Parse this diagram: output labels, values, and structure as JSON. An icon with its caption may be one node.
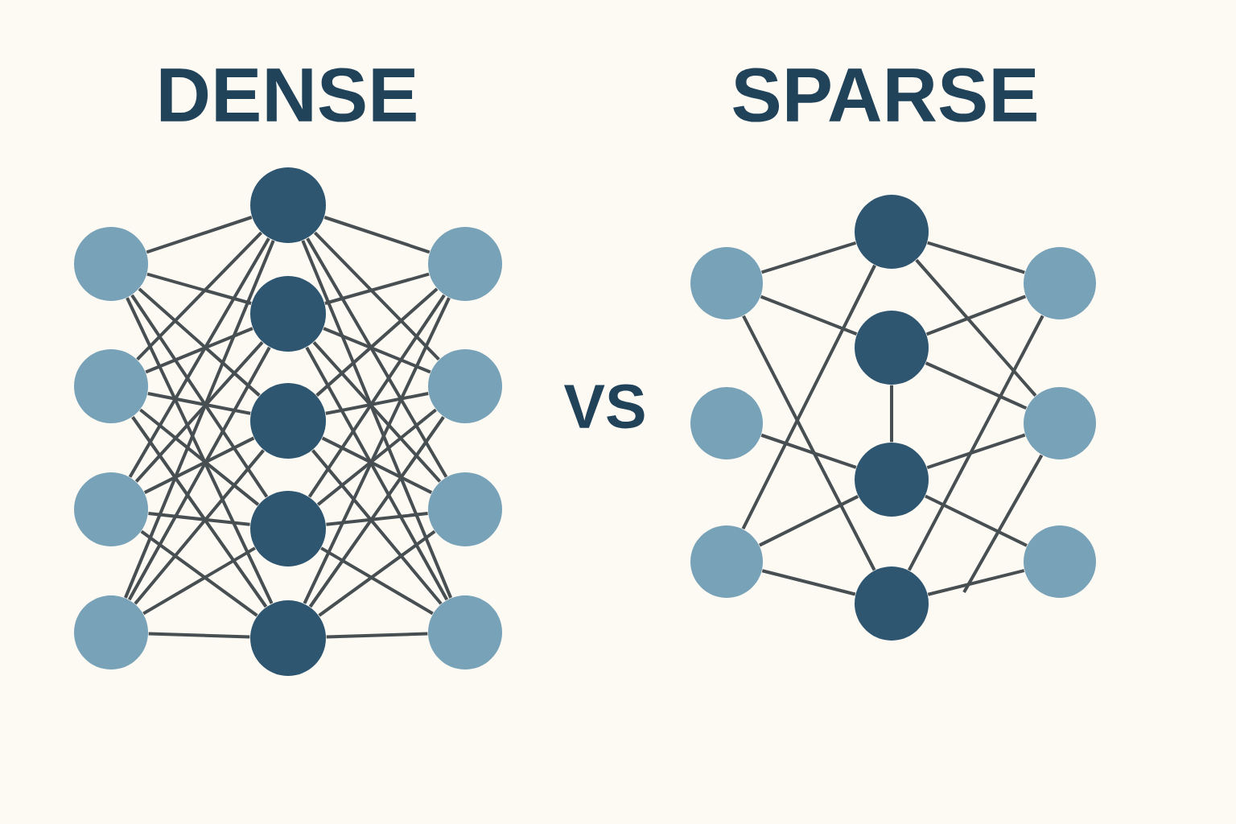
{
  "diagram": {
    "nodes": [
      {
        "text": [],
        "shape": "circle"
      },
      {
        "text": [],
        "shape": "circle"
      },
      {
        "text": [],
        "shape": "circle"
      },
      {
        "text": [],
        "shape": "circle"
      },
      {
        "text": [],
        "shape": "circle"
      },
      {
        "text": [],
        "shape": "circle"
      },
      {
        "text": [],
        "shape": "circle"
      },
      {
        "text": [],
        "shape": "circle"
      },
      {
        "text": [],
        "shape": "circle"
      },
      {
        "text": [],
        "shape": "circle"
      },
      {
        "text": [],
        "shape": "circle"
      },
      {
        "text": [],
        "shape": "circle"
      },
      {
        "text": [],
        "shape": "circle"
      },
      {
        "text": [],
        "shape": "circle"
      },
      {
        "text": [],
        "shape": "circle"
      },
      {
        "text": [],
        "shape": "circle"
      },
      {
        "text": [],
        "shape": "circle"
      },
      {
        "text": [],
        "shape": "circle"
      },
      {
        "text": [],
        "shape": "circle"
      },
      {
        "text": [],
        "shape": "circle"
      },
      {
        "text": [],
        "shape": "circle"
      },
      {
        "text": [],
        "shape": "circle"
      },
      {
        "text": [],
        "shape": "circle"
      }
    ],
    "edges": [
      {
        "from": 0,
        "to": 4,
        "arrow": "none"
      },
      {
        "from": 0,
        "to": 5,
        "arrow": "none"
      },
      {
        "from": 0,
        "to": 6,
        "arrow": "none"
      },
      {
        "from": 0,
        "to": 7,
        "arrow": "none"
      },
      {
        "from": 0,
        "to": 8,
        "arrow": "none"
      },
      {
        "from": 1,
        "to": 4,
        "arrow": "none"
      },
      {
        "from": 1,
        "to": 5,
        "arrow": "none"
      },
      {
        "from": 1,
        "to": 6,
        "arrow": "none"
      },
      {
        "from": 1,
        "to": 7,
        "arrow": "none"
      },
      {
        "from": 1,
        "to": 8,
        "arrow": "none"
      },
      {
        "from": 2,
        "to": 4,
        "arrow": "none"
      },
      {
        "from": 2,
        "to": 5,
        "arrow": "none"
      },
      {
        "from": 2,
        "to": 6,
        "arrow": "none"
      },
      {
        "from": 2,
        "to": 7,
        "arrow": "none"
      },
      {
        "from": 2,
        "to": 8,
        "arrow": "none"
      },
      {
        "from": 3,
        "to": 4,
        "arrow": "none"
      },
      {
        "from": 3,
        "to": 5,
        "arrow": "none"
      },
      {
        "from": 3,
        "to": 6,
        "arrow": "none"
      },
      {
        "from": 3,
        "to": 7,
        "arrow": "none"
      },
      {
        "from": 3,
        "to": 8,
        "arrow": "none"
      },
      {
        "from": 4,
        "to": 9,
        "arrow": "none"
      },
      {
        "from": 4,
        "to": 10,
        "arrow": "none"
      },
      {
        "from": 4,
        "to": 11,
        "arrow": "none"
      },
      {
        "from": 4,
        "to": 12,
        "arrow": "none"
      },
      {
        "from": 5,
        "to": 9,
        "arrow": "none"
      },
      {
        "from": 5,
        "to": 10,
        "arrow": "none"
      },
      {
        "from": 5,
        "to": 11,
        "arrow": "none"
      },
      {
        "from": 5,
        "to": 12,
        "arrow": "none"
      },
      {
        "from": 6,
        "to": 9,
        "arrow": "none"
      },
      {
        "from": 6,
        "to": 10,
        "arrow": "none"
      },
      {
        "from": 6,
        "to": 11,
        "arrow": "none"
      },
      {
        "from": 6,
        "to": 12,
        "arrow": "none"
      },
      {
        "from": 7,
        "to": 9,
        "arrow": "none"
      },
      {
        "from": 7,
        "to": 10,
        "arrow": "none"
      },
      {
        "from": 7,
        "to": 11,
        "arrow": "none"
      },
      {
        "from": 7,
        "to": 12,
        "arrow": "none"
      },
      {
        "from": 8,
        "to": 9,
        "arrow": "none"
      },
      {
        "from": 8,
        "to": 10,
        "arrow": "none"
      },
      {
        "from": 8,
        "to": 11,
        "arrow": "none"
      },
      {
        "from": 8,
        "to": 12,
        "arrow": "none"
      },
      {
        "from": 13,
        "to": 16,
        "arrow": "none"
      },
      {
        "from": 13,
        "to": 17,
        "arrow": "none"
      },
      {
        "from": 13,
        "to": 19,
        "arrow": "none"
      },
      {
        "from": 16,
        "to": 15,
        "arrow": "none"
      },
      {
        "from": 16,
        "to": 20,
        "arrow": "none"
      },
      {
        "from": 16,
        "to": 21,
        "arrow": "none"
      },
      {
        "from": 17,
        "to": 20,
        "arrow": "none"
      },
      {
        "from": 17,
        "to": 21,
        "arrow": "none"
      },
      {
        "from": 17,
        "to": 18,
        "arrow": "none"
      },
      {
        "from": 14,
        "to": 18,
        "arrow": "none"
      },
      {
        "from": 15,
        "to": 18,
        "arrow": "none"
      },
      {
        "from": 15,
        "to": 19,
        "arrow": "none"
      },
      {
        "from": 18,
        "to": 21,
        "arrow": "none"
      },
      {
        "from": 18,
        "to": 22,
        "arrow": "none"
      },
      {
        "from": 20,
        "to": 19,
        "arrow": "none"
      },
      {
        "from": 21,
        "to": null,
        "arrow": "none"
      },
      {
        "from": 19,
        "to": 22,
        "arrow": "none"
      }
    ],
    "labels": [
      "DENSE",
      "SPARSE",
      "VS"
    ]
  }
}
